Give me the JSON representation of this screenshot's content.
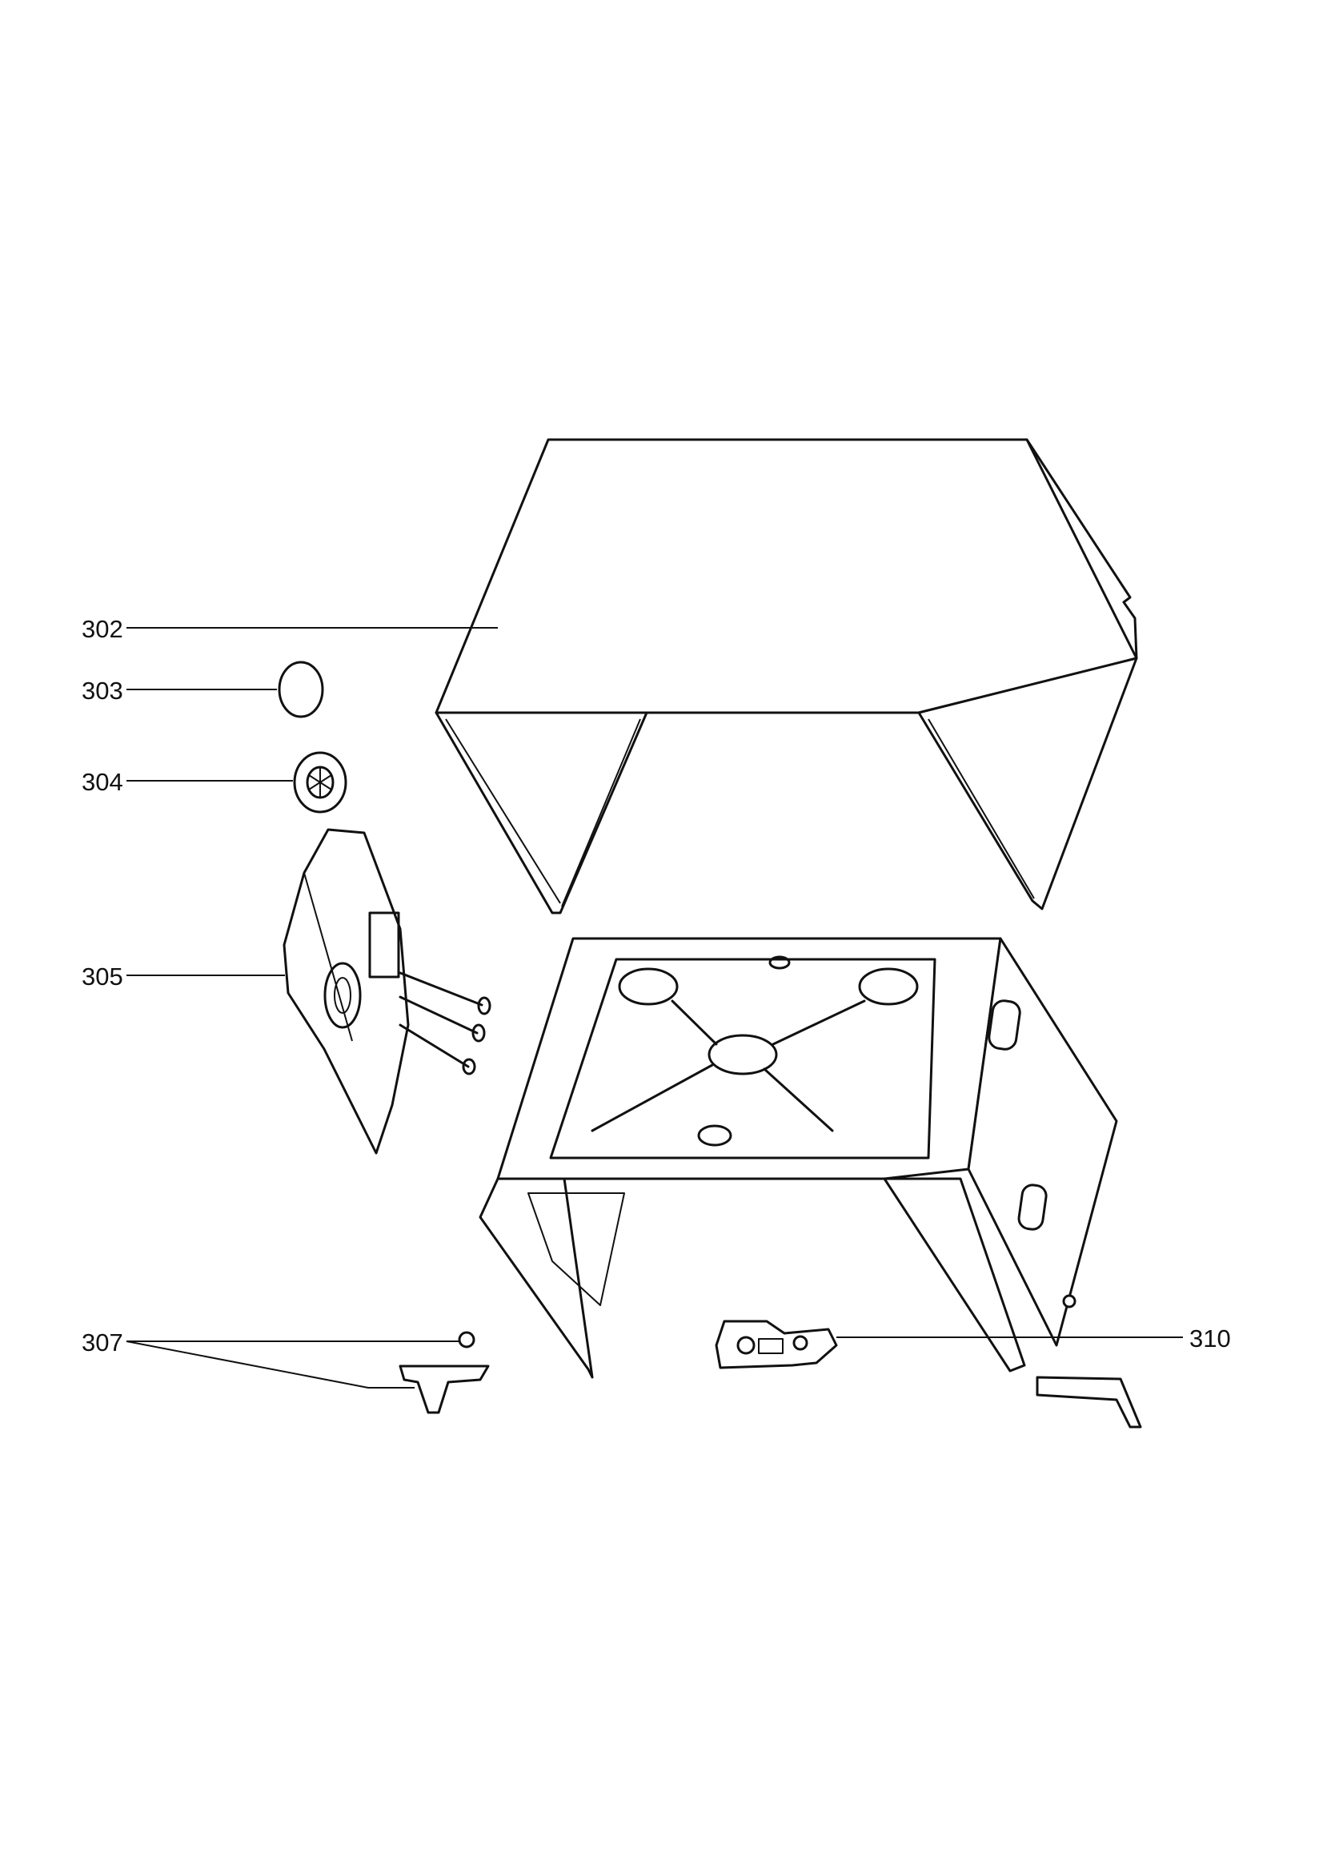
{
  "callouts": {
    "c302": "302",
    "c303": "303",
    "c304": "304",
    "c305": "305",
    "c307": "307",
    "c310": "310"
  }
}
